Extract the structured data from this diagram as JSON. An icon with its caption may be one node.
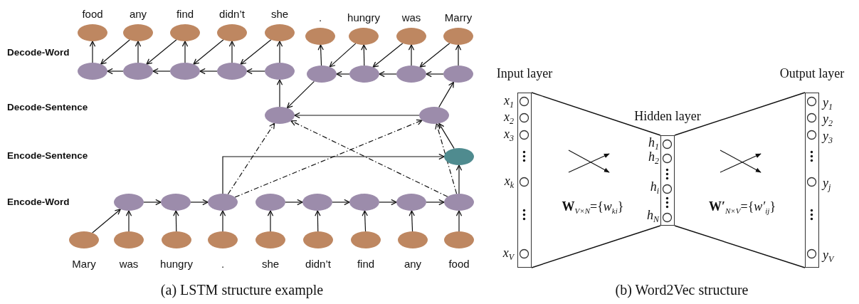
{
  "diagram": {
    "nodes": [
      {
        "text": [],
        "shape": "ellipse",
        "beside": [
          "food"
        ]
      },
      {
        "text": [],
        "shape": "ellipse",
        "beside": [
          "any"
        ]
      },
      {
        "text": [],
        "shape": "ellipse",
        "beside": [
          "find"
        ]
      },
      {
        "text": [],
        "shape": "ellipse",
        "beside": [
          "didn’t"
        ]
      },
      {
        "text": [],
        "shape": "ellipse",
        "beside": [
          "she"
        ]
      },
      {
        "text": [],
        "shape": "ellipse",
        "beside": [
          "."
        ]
      },
      {
        "text": [],
        "shape": "ellipse",
        "beside": [
          "hungry"
        ]
      },
      {
        "text": [],
        "shape": "ellipse",
        "beside": [
          "was"
        ]
      },
      {
        "text": [],
        "shape": "ellipse",
        "beside": [
          "Marry"
        ]
      },
      {
        "text": [],
        "shape": "ellipse"
      },
      {
        "text": [],
        "shape": "ellipse"
      },
      {
        "text": [],
        "shape": "ellipse"
      },
      {
        "text": [],
        "shape": "ellipse"
      },
      {
        "text": [],
        "shape": "ellipse"
      },
      {
        "text": [],
        "shape": "ellipse"
      },
      {
        "text": [],
        "shape": "ellipse"
      },
      {
        "text": [],
        "shape": "ellipse"
      },
      {
        "text": [],
        "shape": "ellipse"
      },
      {
        "text": [],
        "shape": "ellipse"
      },
      {
        "text": [],
        "shape": "ellipse"
      },
      {
        "text": [],
        "shape": "ellipse"
      },
      {
        "text": [],
        "shape": "ellipse"
      },
      {
        "text": [],
        "shape": "ellipse"
      },
      {
        "text": [],
        "shape": "ellipse"
      },
      {
        "text": [],
        "shape": "ellipse"
      },
      {
        "text": [],
        "shape": "ellipse"
      },
      {
        "text": [],
        "shape": "ellipse"
      },
      {
        "text": [],
        "shape": "ellipse"
      },
      {
        "text": [],
        "shape": "ellipse"
      },
      {
        "text": [],
        "shape": "ellipse",
        "beside": [
          "Mary"
        ]
      },
      {
        "text": [],
        "shape": "ellipse",
        "beside": [
          "was"
        ]
      },
      {
        "text": [],
        "shape": "ellipse",
        "beside": [
          "hungry"
        ]
      },
      {
        "text": [],
        "shape": "ellipse",
        "beside": [
          "."
        ]
      },
      {
        "text": [],
        "shape": "ellipse",
        "beside": [
          "she"
        ]
      },
      {
        "text": [],
        "shape": "ellipse",
        "beside": [
          "didn’t"
        ]
      },
      {
        "text": [],
        "shape": "ellipse",
        "beside": [
          "find"
        ]
      },
      {
        "text": [],
        "shape": "ellipse",
        "beside": [
          "any"
        ]
      },
      {
        "text": [],
        "shape": "ellipse",
        "beside": [
          "food"
        ]
      },
      {
        "text": [
          "Input layer"
        ]
      },
      {
        "text": [
          "Hidden layer"
        ]
      },
      {
        "text": [
          "Output layer"
        ]
      }
    ],
    "edges": [
      {
        "from": 9,
        "to": 0,
        "arrow": "to"
      },
      {
        "from": 10,
        "to": 1,
        "arrow": "to"
      },
      {
        "from": 11,
        "to": 2,
        "arrow": "to"
      },
      {
        "from": 12,
        "to": 3,
        "arrow": "to"
      },
      {
        "from": 13,
        "to": 4,
        "arrow": "to"
      },
      {
        "from": 14,
        "to": 5,
        "arrow": "to"
      },
      {
        "from": 15,
        "to": 6,
        "arrow": "to"
      },
      {
        "from": 16,
        "to": 7,
        "arrow": "to"
      },
      {
        "from": 17,
        "to": 8,
        "arrow": "to"
      },
      {
        "from": 1,
        "to": 9,
        "arrow": "to"
      },
      {
        "from": 2,
        "to": 10,
        "arrow": "to"
      },
      {
        "from": 3,
        "to": 11,
        "arrow": "to"
      },
      {
        "from": 4,
        "to": 12,
        "arrow": "to"
      },
      {
        "from": 6,
        "to": 14,
        "arrow": "to"
      },
      {
        "from": 7,
        "to": 15,
        "arrow": "to"
      },
      {
        "from": 8,
        "to": 16,
        "arrow": "to"
      },
      {
        "from": 13,
        "to": 12,
        "arrow": "to"
      },
      {
        "from": 12,
        "to": 11,
        "arrow": "to"
      },
      {
        "from": 11,
        "to": 10,
        "arrow": "to"
      },
      {
        "from": 10,
        "to": 9,
        "arrow": "to"
      },
      {
        "from": 17,
        "to": 16,
        "arrow": "to"
      },
      {
        "from": 16,
        "to": 15,
        "arrow": "to"
      },
      {
        "from": 15,
        "to": 14,
        "arrow": "to"
      },
      {
        "from": 18,
        "to": 13,
        "arrow": "to"
      },
      {
        "from": 14,
        "to": 18,
        "arrow": "to"
      },
      {
        "from": 19,
        "to": 18,
        "arrow": "to"
      },
      {
        "from": 19,
        "to": 17,
        "arrow": "to"
      },
      {
        "from": 28,
        "to": 20,
        "arrow": "to"
      },
      {
        "from": 20,
        "to": 19,
        "arrow": "to"
      },
      {
        "from": 23,
        "to": 20,
        "arrow": "to"
      },
      {
        "from": 23,
        "to": 18,
        "arrow": "to",
        "style": "dashed"
      },
      {
        "from": 23,
        "to": 19,
        "arrow": "to",
        "style": "dashed"
      },
      {
        "from": 28,
        "to": 18,
        "arrow": "to",
        "style": "dashed"
      },
      {
        "from": 28,
        "to": 19,
        "arrow": "to",
        "style": "dashed"
      },
      {
        "from": 21,
        "to": 22,
        "arrow": "to"
      },
      {
        "from": 22,
        "to": 23,
        "arrow": "to"
      },
      {
        "from": 24,
        "to": 25,
        "arrow": "to"
      },
      {
        "from": 25,
        "to": 26,
        "arrow": "to"
      },
      {
        "from": 26,
        "to": 27,
        "arrow": "to"
      },
      {
        "from": 27,
        "to": 28,
        "arrow": "to"
      },
      {
        "from": 29,
        "to": 21,
        "arrow": "to"
      },
      {
        "from": 30,
        "to": 21,
        "arrow": "to"
      },
      {
        "from": 31,
        "to": 22,
        "arrow": "to"
      },
      {
        "from": 32,
        "to": 23,
        "arrow": "to"
      },
      {
        "from": 33,
        "to": 24,
        "arrow": "to"
      },
      {
        "from": 34,
        "to": 25,
        "arrow": "to"
      },
      {
        "from": 35,
        "to": 26,
        "arrow": "to"
      },
      {
        "from": 36,
        "to": 27,
        "arrow": "to"
      },
      {
        "from": 37,
        "to": 28,
        "arrow": "to"
      },
      {
        "from": 38,
        "to": 39,
        "arrow": "none"
      },
      {
        "from": 38,
        "to": 39,
        "arrow": "none"
      },
      {
        "from": 39,
        "to": 40,
        "arrow": "none"
      },
      {
        "from": 39,
        "to": 40,
        "arrow": "none"
      }
    ],
    "labels": [
      "Decode-Word",
      "Decode-Sentence",
      "Encode-Sentence",
      "Encode-Word",
      "x$_{1}$",
      "x$_{2}$",
      "x$_{3}$",
      "x$_{k}$",
      "x$_{V}$",
      "h$_{1}$",
      "h$_{2}$",
      "h$_{i}$",
      "h$_{N}$",
      "y$_{1}$",
      "y$_{2}$",
      "y$_{3}$",
      "y$_{j}$",
      "y$_{V}$",
      "**W**$_{V×N}$={*w*$_{ki}$}",
      "**W′**$_{N×V}$={*w′*$_{ij}$}",
      "(a) LSTM structure example",
      "(b) Word2Vec structure"
    ]
  }
}
